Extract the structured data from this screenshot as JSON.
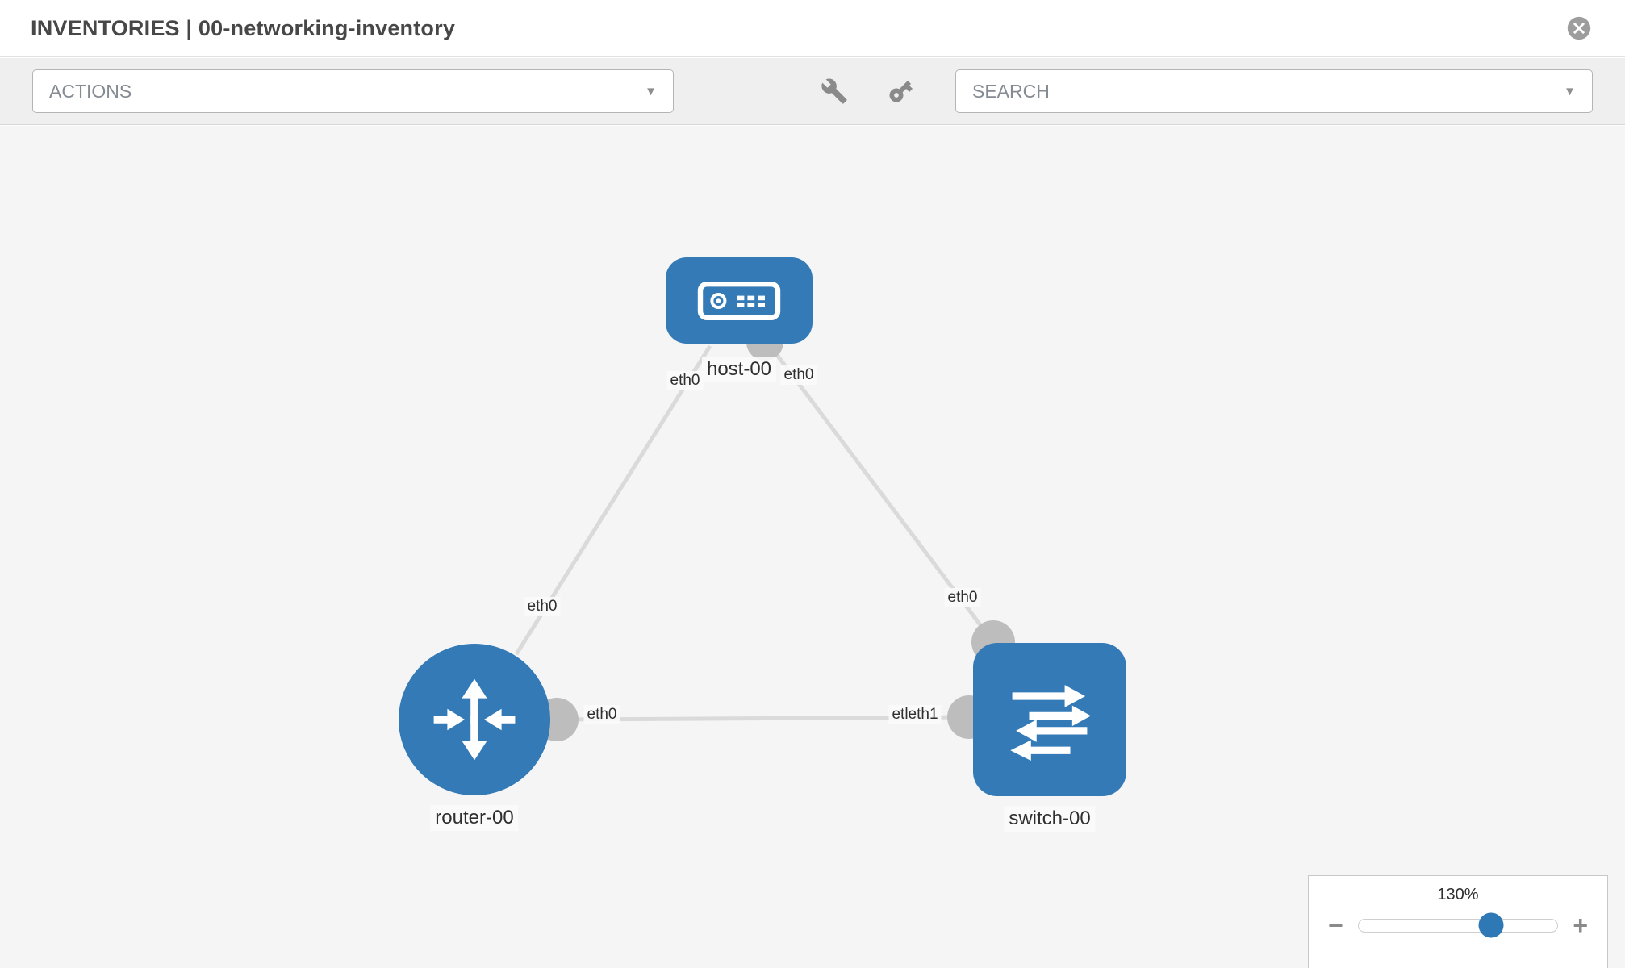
{
  "header": {
    "title": "INVENTORIES | 00-networking-inventory"
  },
  "toolbar": {
    "actions_label": "ACTIONS",
    "search_label": "SEARCH",
    "dropdown_glyph": "▼",
    "icons": {
      "wrench": "wrench-icon",
      "key": "key-icon",
      "close": "close-circle-icon"
    }
  },
  "topology": {
    "nodes": {
      "host": {
        "label": "host-00",
        "type": "host"
      },
      "router": {
        "label": "router-00",
        "type": "router"
      },
      "switch": {
        "label": "switch-00",
        "type": "switch"
      }
    },
    "interfaces": {
      "host_to_router_host_end": "eth0",
      "host_to_router_router_end": "eth0",
      "host_to_switch_host_end": "eth0",
      "host_to_switch_switch_end": "eth0",
      "router_to_switch_router_end": "eth0",
      "router_to_switch_switch_end": "etleth1"
    },
    "accent_color": "#337ab7",
    "link_color": "#dadada"
  },
  "zoom": {
    "level": "130%",
    "minus_glyph": "−",
    "plus_glyph": "+"
  }
}
